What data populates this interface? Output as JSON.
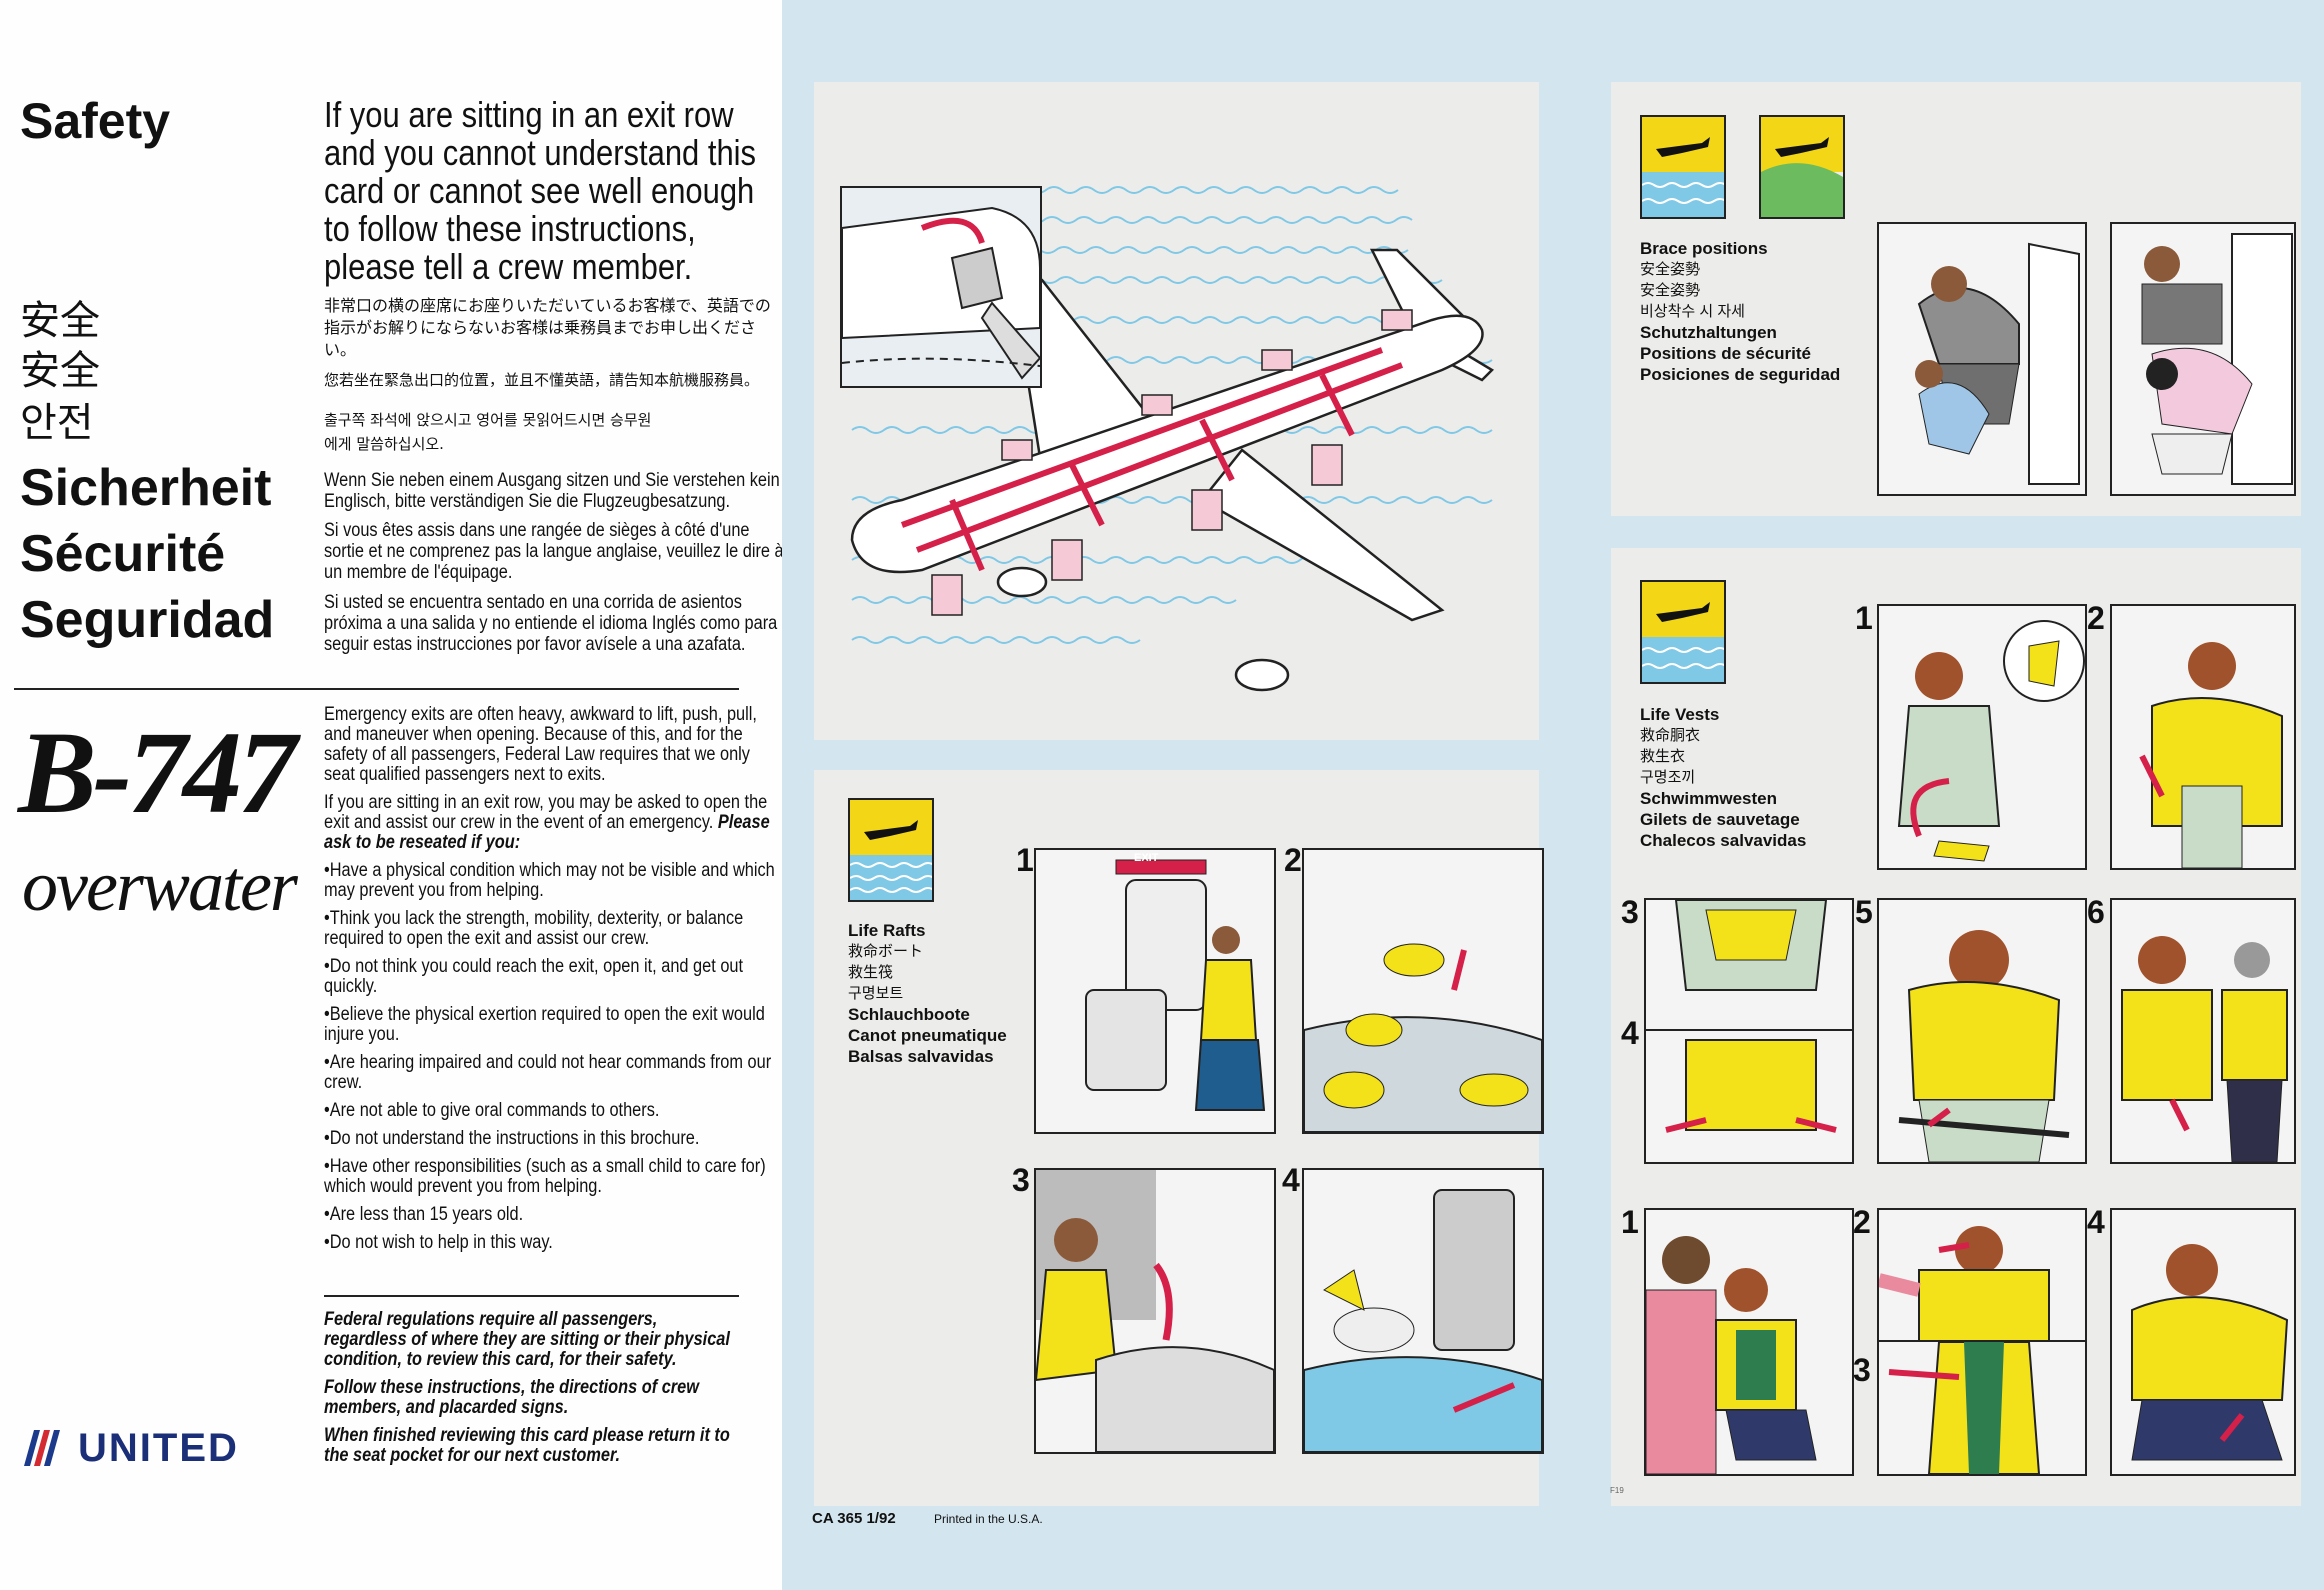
{
  "left_panel": {
    "titles": [
      "Safety",
      "安全",
      "安全",
      "안전",
      "Sicherheit",
      "Sécurité",
      "Seguridad"
    ],
    "exit_row_notice": "If you are sitting in an exit row and you cannot understand this card or cannot see well enough to follow these instructions, please tell a crew member.",
    "notice_japanese": "非常口の横の座席にお座りいただいているお客様で、英語での指示がお解りにならないお客様は乗務員までお申し出ください。",
    "notice_chinese": "您若坐在緊急出口的位置，並且不懂英語，請告知本航機服務員。",
    "notice_korean": "출구쪽 좌석에 앉으시고 영어를 못읽어드시면 승무원에게 말씀하십시오.",
    "notice_german": "Wenn Sie neben einem Ausgang sitzen und Sie verstehen kein Englisch, bitte verständigen Sie die Flugzeugbesatzung.",
    "notice_french": "Si vous êtes assis dans une rangée de sièges à côté d'une sortie et ne comprenez pas la langue anglaise, veuillez le dire à un membre de l'équipage.",
    "notice_spanish": "Si usted se encuentra sentado en una corrida de asientos próxima a una salida y no entiende el idioma Inglés como para seguir estas instrucciones por favor avísele a una azafata.",
    "aircraft_model": "B-747",
    "aircraft_variant": "overwater",
    "exits_intro": "Emergency exits are often heavy, awkward to lift, push, pull, and maneuver when opening. Because of this, and for the safety of all passengers, Federal Law requires that we only seat qualified passengers next to exits.",
    "reseat_intro": "If you are sitting in an exit row, you may be asked to open the exit and assist our crew in the event of an emergency.",
    "reseat_emphasis": "Please ask to be reseated if you:",
    "conditions": [
      "•Have a physical condition which may not be visible and which may prevent you from helping.",
      "•Think you lack the strength, mobility, dexterity, or balance required to open the exit and assist our crew.",
      "•Do not think you could reach the exit, open it, and get out quickly.",
      "•Believe the physical exertion required to open the exit would injure you.",
      "•Are hearing impaired and could not hear commands from our crew.",
      "•Are not able to give oral commands to others.",
      "•Do not understand the instructions in this brochure.",
      "•Have other responsibilities (such as a small child to care for) which would prevent you from helping.",
      "•Are less than 15 years old.",
      "•Do not wish to help in this way."
    ],
    "federal_1": "Federal regulations require all passengers, regardless of where they are sitting or their physical condition, to review this card, for their safety.",
    "federal_2": "Follow these instructions, the directions of crew members, and placarded signs.",
    "federal_3": "When finished reviewing this card please return it to the seat pocket for our next customer.",
    "airline": "UNITED"
  },
  "middle_panel": {
    "life_rafts_labels": [
      "Life Rafts",
      "救命ボート",
      "救生筏",
      "구명보트",
      "Schlauchboote",
      "Canot pneumatique",
      "Balsas salvavidas"
    ],
    "step_numbers": [
      "1",
      "2",
      "3",
      "4"
    ],
    "exit_sign": "EXIT",
    "card_code": "CA 365 1/92",
    "printed": "Printed in the U.S.A."
  },
  "right_panel": {
    "brace_labels": [
      "Brace positions",
      "安全姿勢",
      "安全姿勢",
      "비상착수 시 자세",
      "Schutzhaltungen",
      "Positions de sécurité",
      "Posiciones de seguridad"
    ],
    "vest_labels": [
      "Life Vests",
      "救命胴衣",
      "救生衣",
      "구명조끼",
      "Schwimmwesten",
      "Gilets de sauvetage",
      "Chalecos salvavidas"
    ],
    "adult_steps": [
      "1",
      "2",
      "3",
      "4",
      "5",
      "6"
    ],
    "child_steps": [
      "1",
      "2",
      "3",
      "4"
    ],
    "footer_code": "F19"
  },
  "colors": {
    "vest_yellow": "#f3e21a",
    "arrow_red": "#d5204a",
    "water_blue": "#7fc8e6",
    "icon_yellow": "#f3d615",
    "ground_green": "#6dbb5f",
    "panel_blue": "#d3e6ef"
  }
}
